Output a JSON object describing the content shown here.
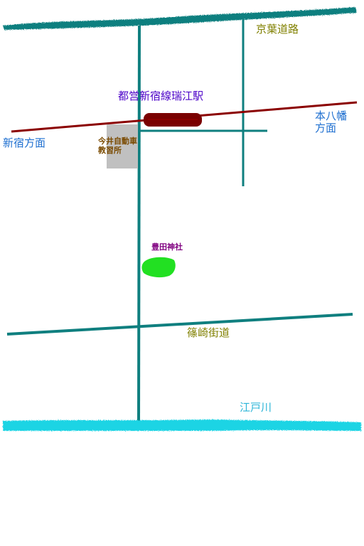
{
  "colors": {
    "road": "#0f7f7f",
    "river": "#1ed4e4",
    "railway": "#8b0000",
    "station": "#7a0000",
    "building": "#c0c0c0",
    "park": "#22e022",
    "label_road": "#808000",
    "label_direction": "#1e6fd0",
    "label_station": "#4b00c8",
    "label_school": "#7a4a00",
    "label_shrine": "#800080",
    "label_river": "#2bb5d8"
  },
  "labels": {
    "keiyo_road": "京葉道路",
    "station": "都営新宿線瑞江駅",
    "shinjuku_direction": "新宿方面",
    "motoyawata_direction_line1": "本八幡",
    "motoyawata_direction_line2": "方面",
    "driving_school_line1": "今井自動車",
    "driving_school_line2": "教習所",
    "shrine": "豊田神社",
    "shinozaki_road": "篠崎街道",
    "edogawa_river": "江戸川"
  },
  "icons": {
    "station": "station-marker-icon",
    "building": "building-icon",
    "park": "shrine-grove-icon"
  }
}
